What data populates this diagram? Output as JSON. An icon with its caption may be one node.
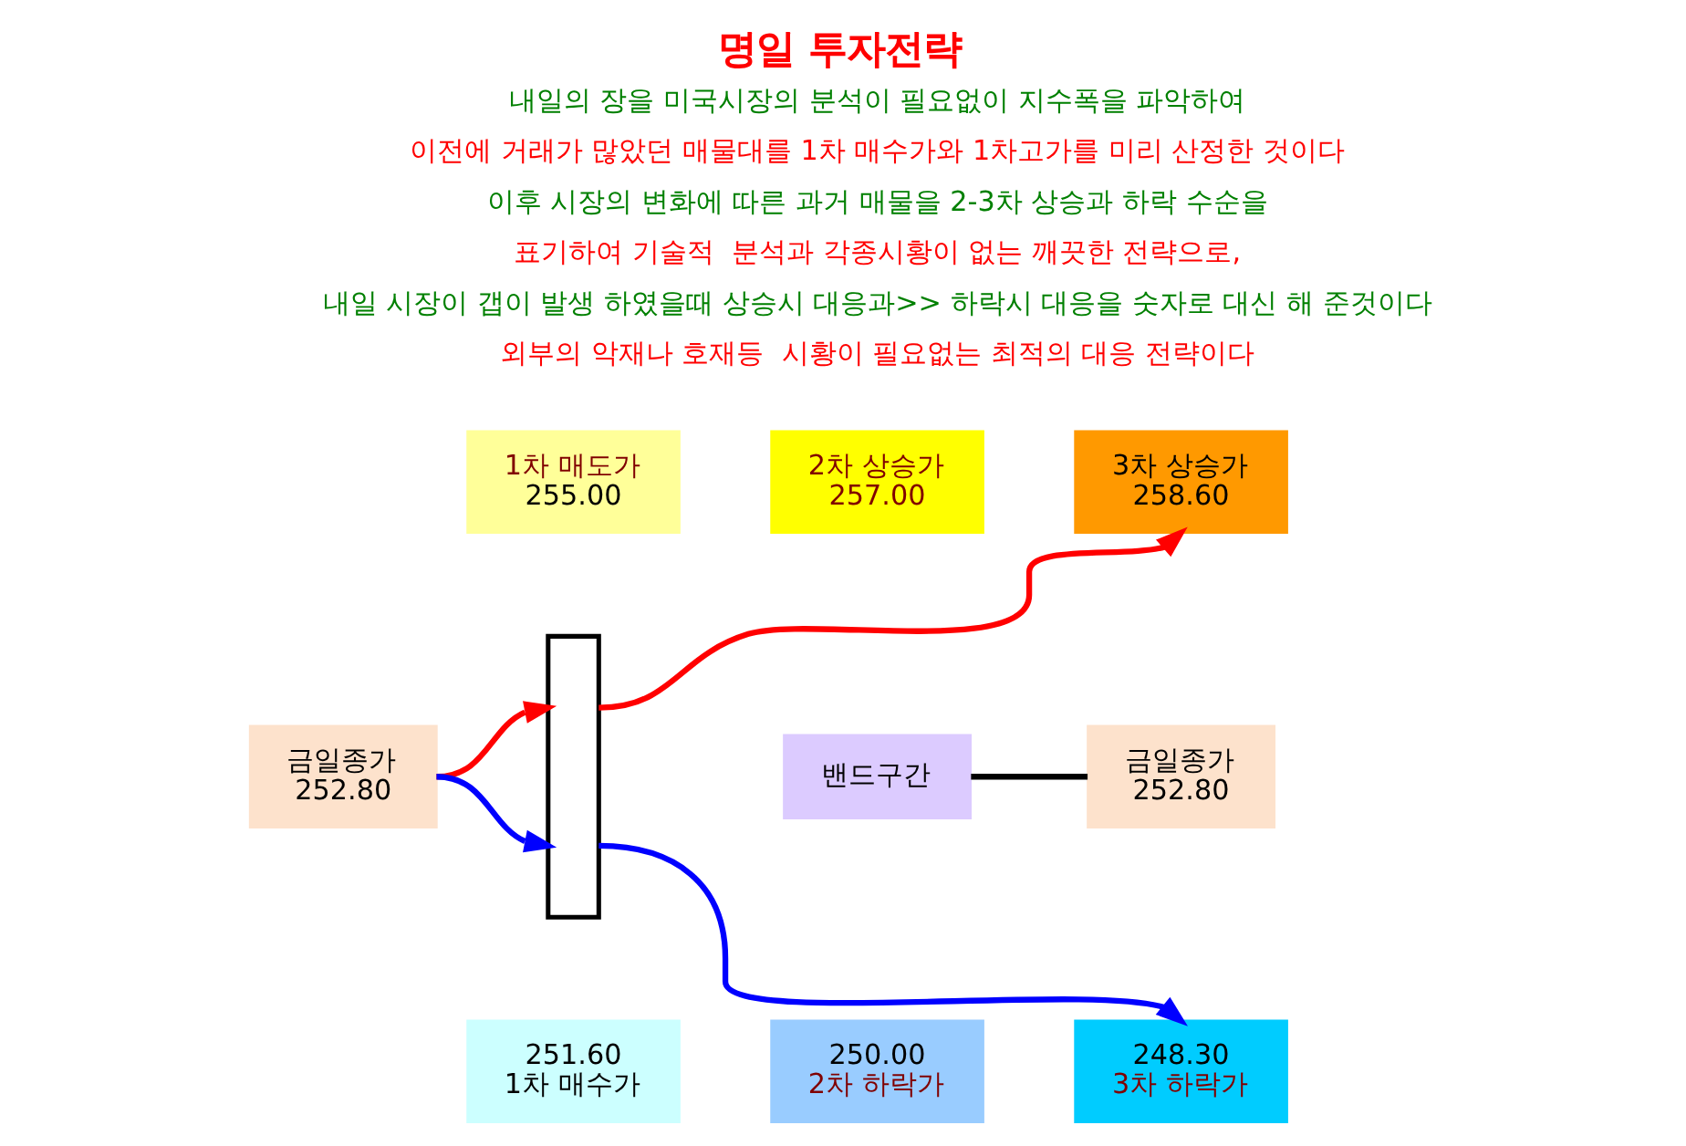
{
  "diagram": {
    "title": "명일 투자전략",
    "nodes": [
      {
        "text": [
          "1차 매도가",
          "255.00"
        ]
      },
      {
        "text": [
          "2차 상승가",
          "257.00"
        ]
      },
      {
        "text": [
          "3차 상승가",
          "258.60"
        ]
      },
      {
        "text": [
          "금일종가",
          "252.80"
        ]
      },
      {
        "text": [],
        "shape": "bar"
      },
      {
        "text": [
          "밴드구간"
        ]
      },
      {
        "text": [
          "금일종가",
          "252.80"
        ]
      },
      {
        "text": [
          "251.60",
          "1차 매수가"
        ]
      },
      {
        "text": [
          "250.00",
          "2차 하락가"
        ]
      },
      {
        "text": [
          "248.30",
          "3차 하락가"
        ]
      }
    ],
    "edges": [
      {
        "from": 3,
        "to": 4,
        "arrow": "to",
        "color": "#ff0000"
      },
      {
        "from": 3,
        "to": 4,
        "arrow": "to",
        "color": "#0000ff"
      },
      {
        "from": 4,
        "to": 2,
        "arrow": "to",
        "color": "#ff0000"
      },
      {
        "from": 4,
        "to": 9,
        "arrow": "to",
        "color": "#0000ff"
      },
      {
        "from": 5,
        "to": 6,
        "arrow": "none",
        "color": "#000000"
      }
    ],
    "labels": [
      "내일의 장을 미국시장의 분석이 필요없이 지수폭을 파악하여",
      "이전에 거래가 많았던 매물대를 1차 매수가와 1차고가를 미리 산정한 것이다",
      "이후 시장의 변화에 따른 과거 매물을 2-3차 상승과 하락 수순을",
      "표기하여 기술적  분석과 각종시황이 없는 깨끗한 전략으로,",
      "내일 시장이 갭이 발생 하였을때 상승시 대응과>> 하락시 대응을 숫자로 대신 해 준것이다",
      "외부의 악재나 호재등  시황이 필요없는 최적의 대응 전략이다"
    ]
  }
}
